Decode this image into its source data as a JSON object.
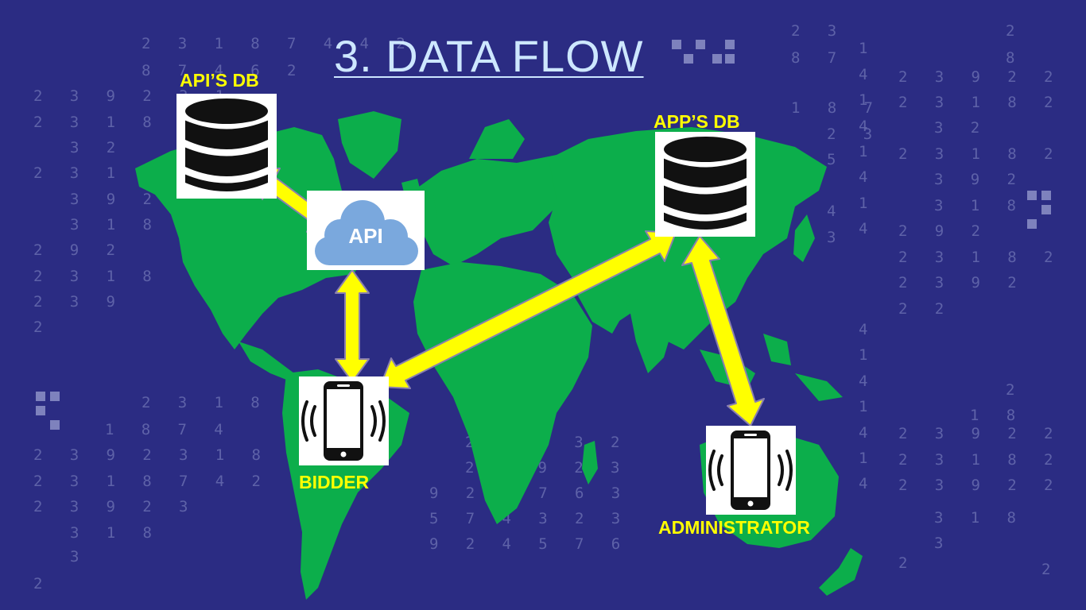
{
  "title": "3. DATA FLOW",
  "colors": {
    "background": "#2b2c83",
    "map_land": "#0cae4b",
    "arrow_fill": "#ffff00",
    "arrow_stroke": "#8a7fb0",
    "label": "#ffff00",
    "title": "#cde7ff",
    "cloud": "#7aa8dd"
  },
  "nodes": {
    "api_db": {
      "label": "API’S DB",
      "icon": "database-icon"
    },
    "api": {
      "label": "API",
      "icon": "cloud-icon"
    },
    "app_db": {
      "label": "APP’S DB",
      "icon": "database-icon"
    },
    "bidder": {
      "label": "BIDDER",
      "icon": "smartphone-icon"
    },
    "administrator": {
      "label": "ADMINISTRATOR",
      "icon": "smartphone-icon"
    }
  },
  "connections": [
    {
      "from": "API’S DB",
      "to": "API",
      "direction": "bidirectional"
    },
    {
      "from": "API",
      "to": "BIDDER",
      "direction": "bidirectional"
    },
    {
      "from": "BIDDER",
      "to": "APP’S DB",
      "direction": "bidirectional"
    },
    {
      "from": "APP’S DB",
      "to": "ADMINISTRATOR",
      "direction": "bidirectional"
    }
  ]
}
